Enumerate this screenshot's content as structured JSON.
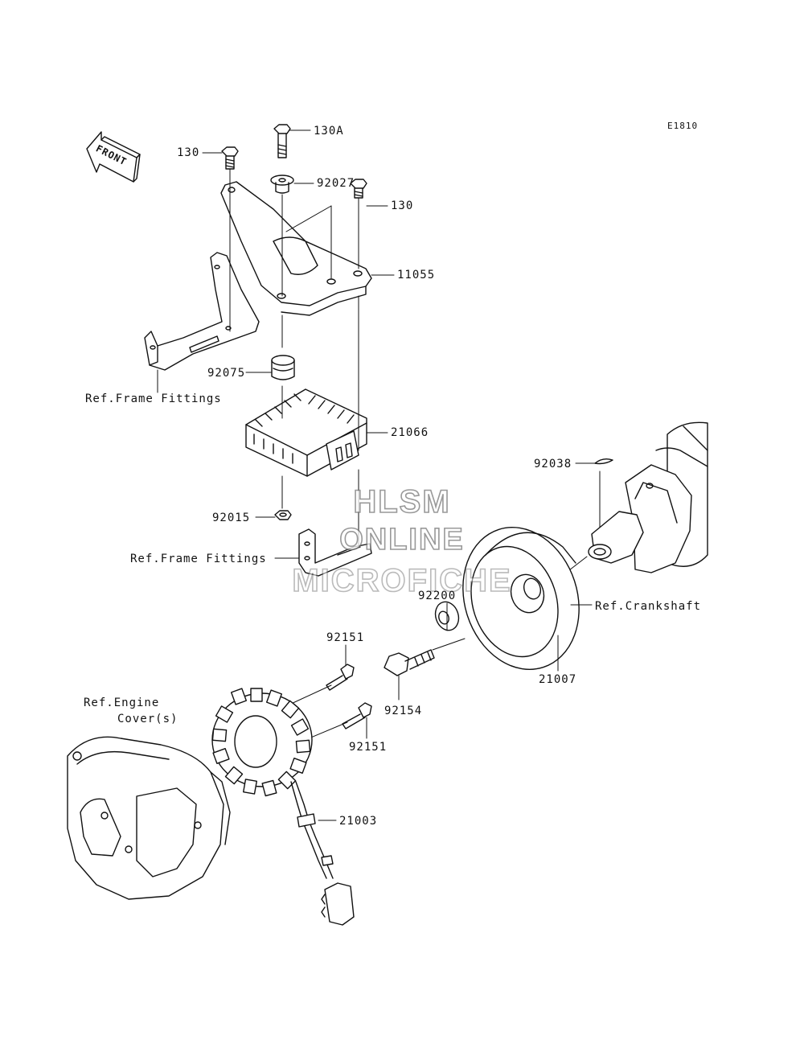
{
  "diagram_code": "E1810",
  "front_label": "FRONT",
  "parts": {
    "p130_top": "130",
    "p130A": "130A",
    "p92027": "92027",
    "p130_right": "130",
    "p11055": "11055",
    "p92075": "92075",
    "p21066": "21066",
    "p92015": "92015",
    "p92038": "92038",
    "p92200": "92200",
    "p21007": "21007",
    "p92151_a": "92151",
    "p92154": "92154",
    "p92151_b": "92151",
    "p21003": "21003"
  },
  "refs": {
    "frame_fittings_upper": "Ref.Frame Fittings",
    "frame_fittings_lower": "Ref.Frame Fittings",
    "crankshaft": "Ref.Crankshaft",
    "engine_cover_line1": "Ref.Engine",
    "engine_cover_line2": "Cover(s)"
  },
  "watermark": {
    "line1": "HLSM",
    "line2": "ONLINE",
    "line3": "MICROFICHE"
  }
}
